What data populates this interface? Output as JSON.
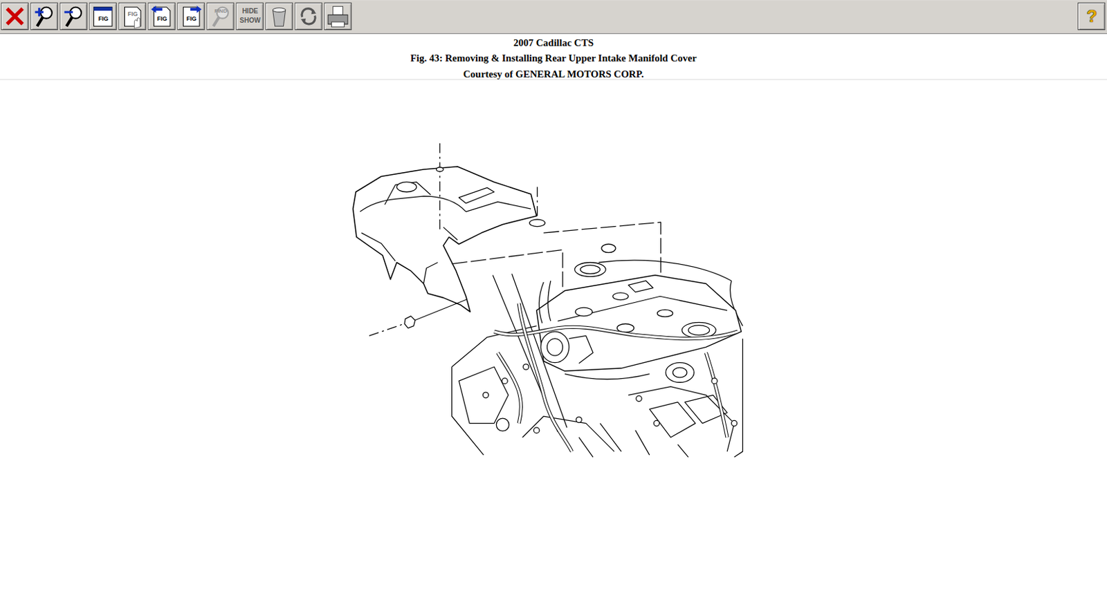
{
  "diagram": {
    "title": "2007 Cadillac CTS",
    "caption": "Fig. 43: Removing & Installing Rear Upper Intake Manifold Cover",
    "labels": [
      "FIG",
      "FIG",
      "FIG",
      "FIG",
      "FIND",
      "HIDE",
      "SHOW",
      "?",
      "Courtesy of GENERAL MOTORS CORP."
    ]
  }
}
